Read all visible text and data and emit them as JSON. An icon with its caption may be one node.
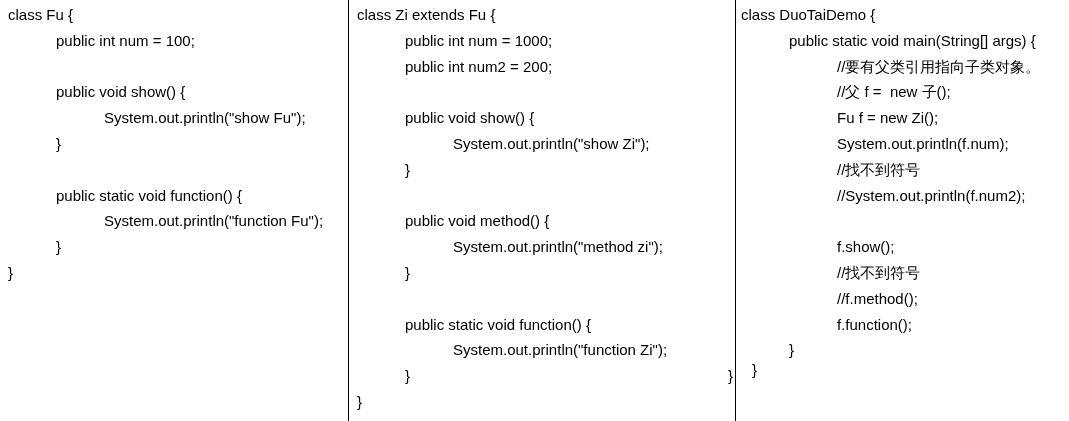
{
  "diagram": {
    "labels": [
      "class Fu {",
      "public int num = 100;",
      "public void show() {",
      "System.out.println(\"show Fu\");",
      "}",
      "public static void function() {",
      "System.out.println(\"function Fu\");",
      "}",
      "}",
      "class Zi extends Fu {",
      "public int num = 1000;",
      "public int num2 = 200;",
      "public void show() {",
      "System.out.println(\"show Zi\");",
      "}",
      "public void method() {",
      "System.out.println(\"method zi\");",
      "}",
      "public static void function() {",
      "System.out.println(\"function Zi\");",
      "}",
      "}",
      "class DuoTaiDemo {",
      "public static void main(String[] args) {",
      "//要有父类引用指向子类对象。",
      "//父 f =  new 子();",
      "Fu f = new Zi();",
      "System.out.println(f.num);",
      "//找不到符号",
      "//System.out.println(f.num2);",
      "f.show();",
      "//找不到符号",
      "//f.method();",
      "f.function();",
      "}",
      "}",
      "}"
    ]
  }
}
